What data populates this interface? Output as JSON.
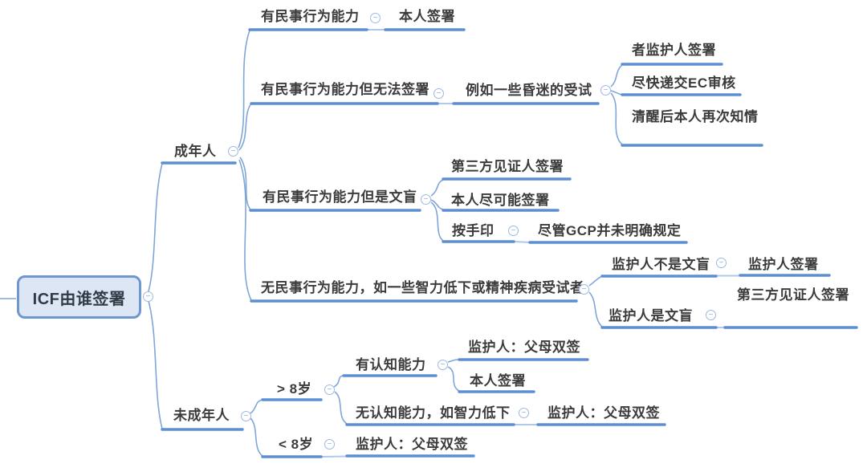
{
  "ui": {
    "collapse_glyph": "−"
  },
  "colors": {
    "branch_line": "#5b8ed3",
    "branch_curve": "#7fa6da",
    "bridge_line": "#b0c8ea",
    "root_fill": "#dce6f4",
    "root_border": "#6f97cf",
    "root_text": "#333a45",
    "topic_text": "#3b3b3b",
    "collapse_icon": "#8fadd8",
    "background": "#ffffff"
  },
  "mindmap": {
    "root": {
      "label": "ICF由谁签署",
      "children": [
        {
          "label": "成年人",
          "children": [
            {
              "label": "有民事行为能力",
              "children": [
                {
                  "label": "本人签署",
                  "children": []
                }
              ]
            },
            {
              "label": "有民事行为能力但无法签署",
              "children": [
                {
                  "label": "例如一些昏迷的受试",
                  "children": [
                    {
                      "label": "者监护人签署",
                      "children": []
                    },
                    {
                      "label": "尽快递交EC审核",
                      "children": []
                    },
                    {
                      "label": "清醒后本人再次知情",
                      "children": []
                    }
                  ]
                }
              ]
            },
            {
              "label": "有民事行为能力但是文盲",
              "children": [
                {
                  "label": "第三方见证人签署",
                  "children": []
                },
                {
                  "label": "本人尽可能签署",
                  "children": []
                },
                {
                  "label": "按手印",
                  "children": [
                    {
                      "label": "尽管GCP并未明确规定",
                      "children": []
                    }
                  ]
                }
              ]
            },
            {
              "label": "无民事行为能力，如一些智力低下或精神疾病受试者",
              "children": [
                {
                  "label": "监护人不是文盲",
                  "children": [
                    {
                      "label": "监护人签署",
                      "children": []
                    }
                  ]
                },
                {
                  "label": "监护人是文盲",
                  "children": [
                    {
                      "label": "第三方见证人签署",
                      "children": []
                    }
                  ]
                }
              ]
            }
          ]
        },
        {
          "label": "未成年人",
          "children": [
            {
              "label": "> 8岁",
              "children": [
                {
                  "label": "有认知能力",
                  "children": [
                    {
                      "label": "监护人：父母双签",
                      "children": []
                    },
                    {
                      "label": "本人签署",
                      "children": []
                    }
                  ]
                },
                {
                  "label": "无认知能力，如智力低下",
                  "children": [
                    {
                      "label": "监护人：父母双签",
                      "children": []
                    }
                  ]
                }
              ]
            },
            {
              "label": "< 8岁",
              "children": [
                {
                  "label": "监护人：父母双签",
                  "children": []
                }
              ]
            }
          ]
        }
      ]
    }
  }
}
